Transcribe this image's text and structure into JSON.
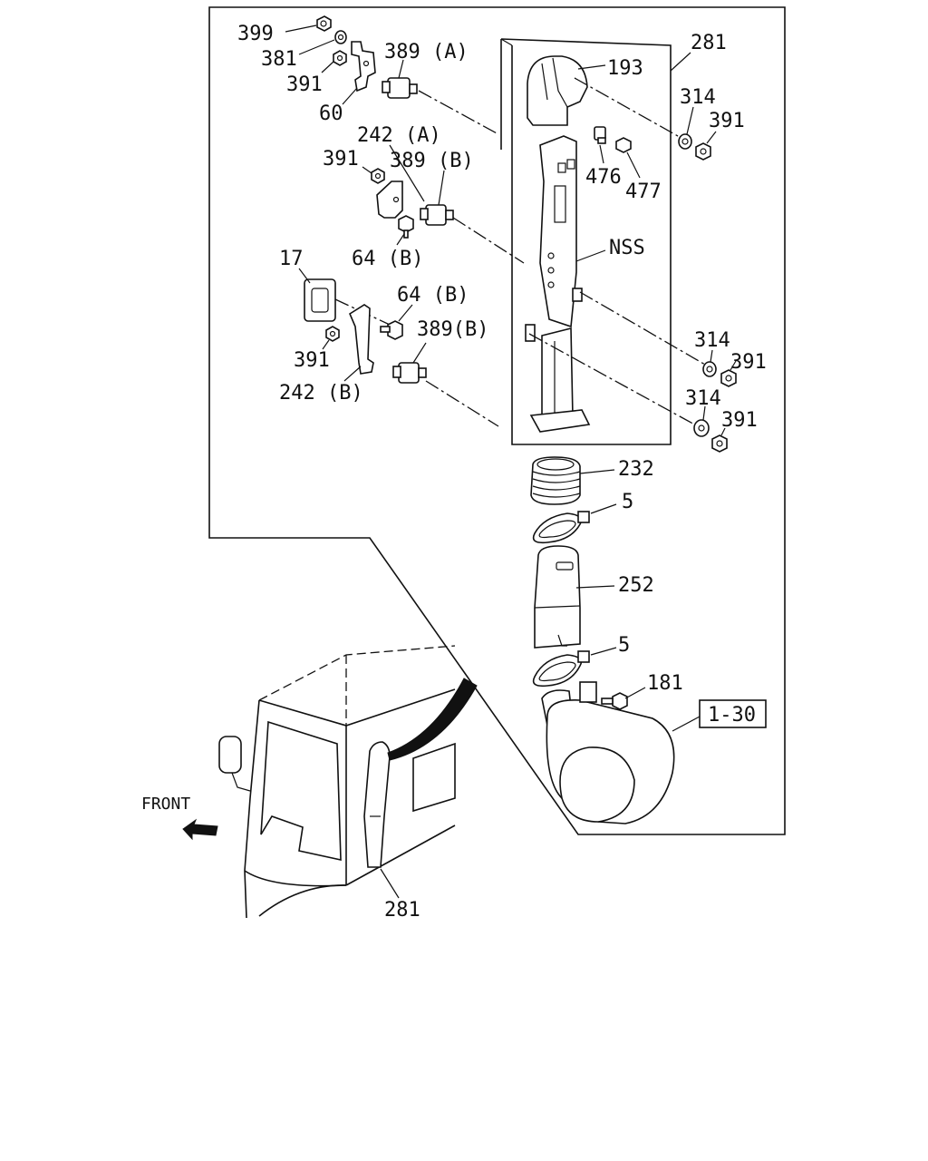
{
  "callouts": {
    "c399": "399",
    "c381": "381",
    "c391_top": "391",
    "c60": "60",
    "c389A": "389 (A)",
    "c242A": "242 (A)",
    "c391_mid": "391",
    "c389B_top": "389 (B)",
    "c64B_top": "64 (B)",
    "c17": "17",
    "c64B_mid": "64 (B)",
    "c389B_low": "389(B)",
    "c391_low": "391",
    "c242B": "242 (B)",
    "c281_top": "281",
    "c193": "193",
    "c314_a": "314",
    "c391_a": "391",
    "c476": "476",
    "c477": "477",
    "cNSS": "NSS",
    "c314_b": "314",
    "c391_b": "391",
    "c314_c": "314",
    "c391_c": "391",
    "c232": "232",
    "c5_top": "5",
    "c252": "252",
    "c5_low": "5",
    "c181": "181",
    "c1_30": "1-30",
    "front": "FRONT",
    "c281_low": "281"
  }
}
